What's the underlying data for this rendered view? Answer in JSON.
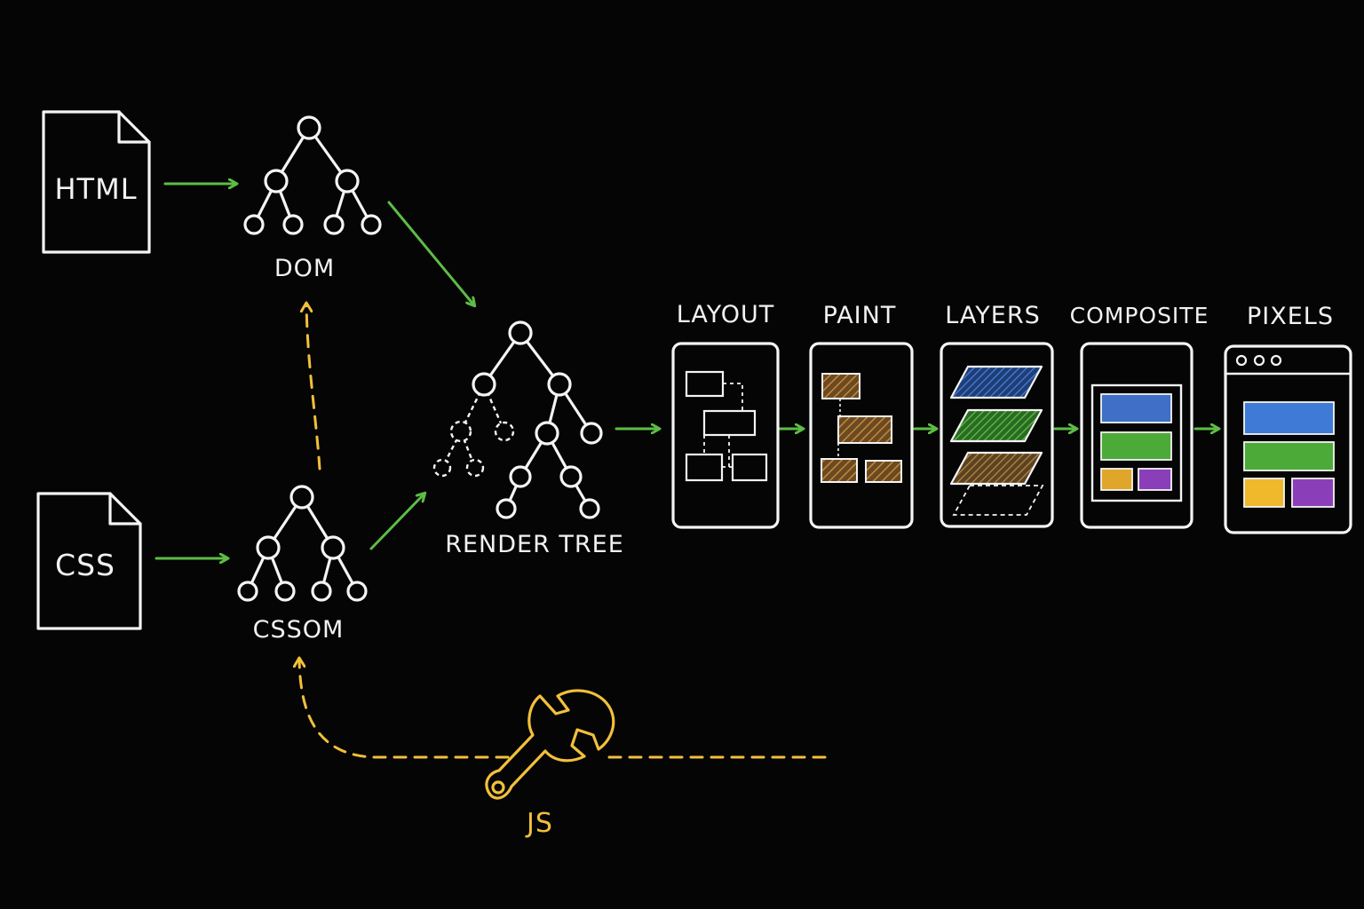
{
  "colors": {
    "background": "#050505",
    "line": "#f4f4f4",
    "flow_arrow": "#5dbd45",
    "js_accent": "#f2c03a",
    "hatch_brown": "#b07a34",
    "layer_blue": "#3f6fc7",
    "layer_green": "#4caa38",
    "layer_brown": "#a57a3a",
    "tile_yellow": "#f0b82c",
    "tile_purple": "#8a3fb8"
  },
  "inputs": {
    "html_label": "HTML",
    "css_label": "CSS",
    "js_label": "JS",
    "js_icon": "wrench-icon",
    "file_icon": "document-icon"
  },
  "trees": {
    "dom_label": "DOM",
    "cssom_label": "CSSOM",
    "render_tree_label": "RENDER TREE"
  },
  "stages": [
    {
      "label": "LAYOUT"
    },
    {
      "label": "PAINT"
    },
    {
      "label": "LAYERS"
    },
    {
      "label": "COMPOSITE"
    },
    {
      "label": "PIXELS"
    }
  ]
}
